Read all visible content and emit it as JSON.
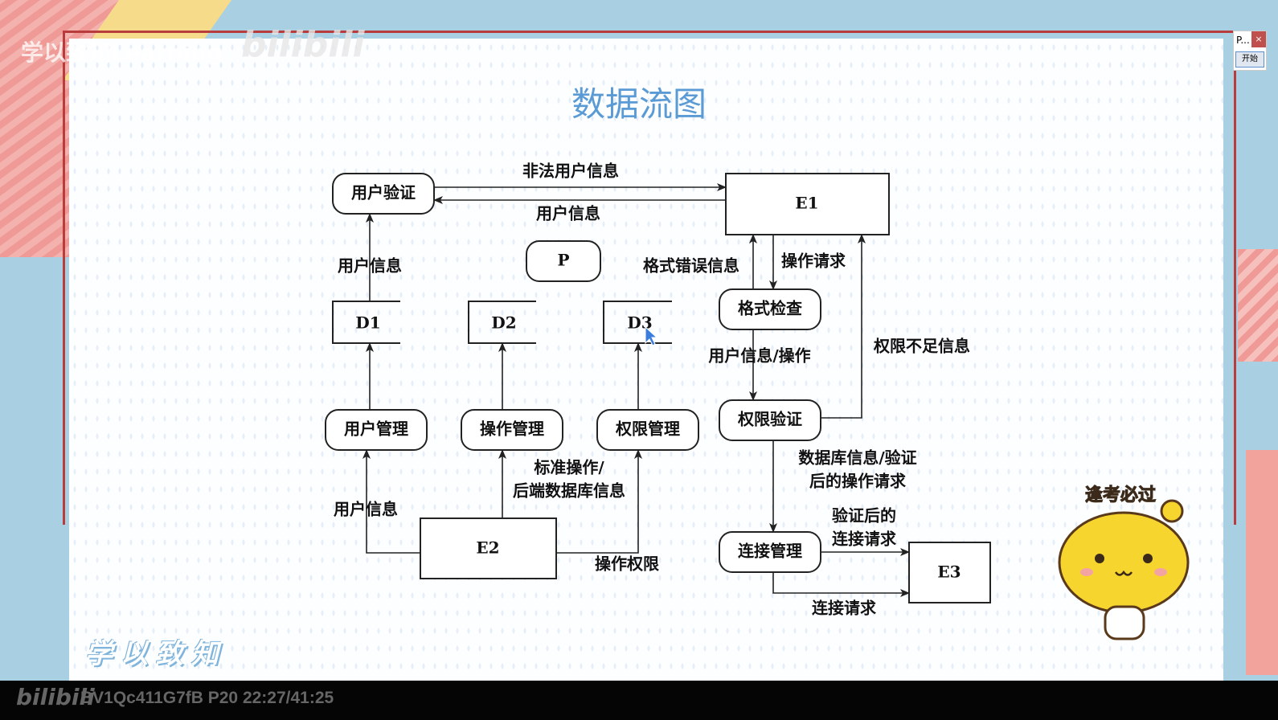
{
  "watermark": {
    "text": "学以致知Learning",
    "logo": "bilibili"
  },
  "slide": {
    "title": "数据流图",
    "motto": "学以致知",
    "diagram": {
      "processes": {
        "user_verify": "用户验证",
        "p": "P",
        "format_check": "格式检查",
        "perm_verify": "权限验证",
        "user_mgmt": "用户管理",
        "op_mgmt": "操作管理",
        "perm_mgmt": "权限管理",
        "conn_mgmt": "连接管理"
      },
      "entities": {
        "e1": "E1",
        "e2": "E2",
        "e3": "E3"
      },
      "stores": {
        "d1": "D1",
        "d2": "D2",
        "d3": "D3"
      },
      "flows": {
        "illegal_user_info": "非法用户信息",
        "user_info_e1": "用户信息",
        "user_info_d1": "用户信息",
        "user_info_e2": "用户信息",
        "std_op_1": "标准操作/",
        "std_op_2": "后端数据库信息",
        "op_permission": "操作权限",
        "format_error": "格式错误信息",
        "op_request": "操作请求",
        "user_info_op": "用户信息/操作",
        "perm_insufficient": "权限不足信息",
        "db_info_1": "数据库信息/验证",
        "db_info_2": "后的操作请求",
        "verified_conn_1": "验证后的",
        "verified_conn_2": "连接请求",
        "conn_request": "连接请求"
      }
    }
  },
  "mini_window": {
    "title": "P...",
    "close": "×",
    "start_button": "开始"
  },
  "mascot": {
    "tag": "逢考必过"
  },
  "player_bar": {
    "logo": "bilibili",
    "info": "BV1Qc411G7fB P20 22:27/41:25"
  }
}
